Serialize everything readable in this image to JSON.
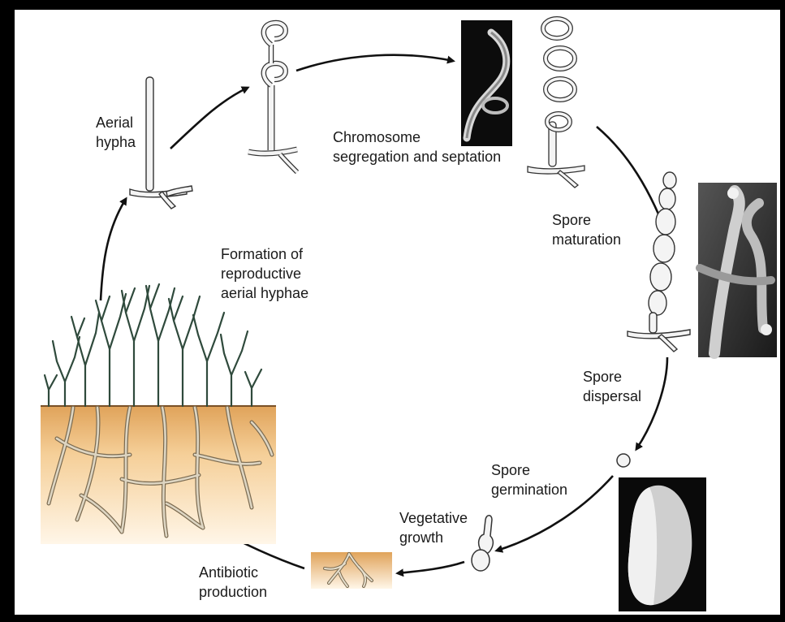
{
  "labels": {
    "aerial_hypha": "Aerial\nhypha",
    "chromosome": "Chromosome\nsegregation and septation",
    "spore_maturation": "Spore\nmaturation",
    "formation": "Formation of\nreproductive\naerial hyphae",
    "spore_dispersal": "Spore\ndispersal",
    "spore_germination": "Spore\ngermination",
    "vegetative_growth": "Vegetative\ngrowth",
    "antibiotic_production": "Antibiotic\nproduction"
  },
  "colors": {
    "frame": "#000000",
    "hypha_fill": "#f4f4f4",
    "hypha_stroke": "#333333",
    "aerial_mycelium": "#2f4a3c",
    "soil_top": "#e0a35a",
    "soil_bottom": "#fff3df",
    "substrate_hyphae": "#cfc7b3",
    "micrograph_dark": "#111111",
    "micrograph_light": "#d8d8d8",
    "arrow": "#111111"
  }
}
